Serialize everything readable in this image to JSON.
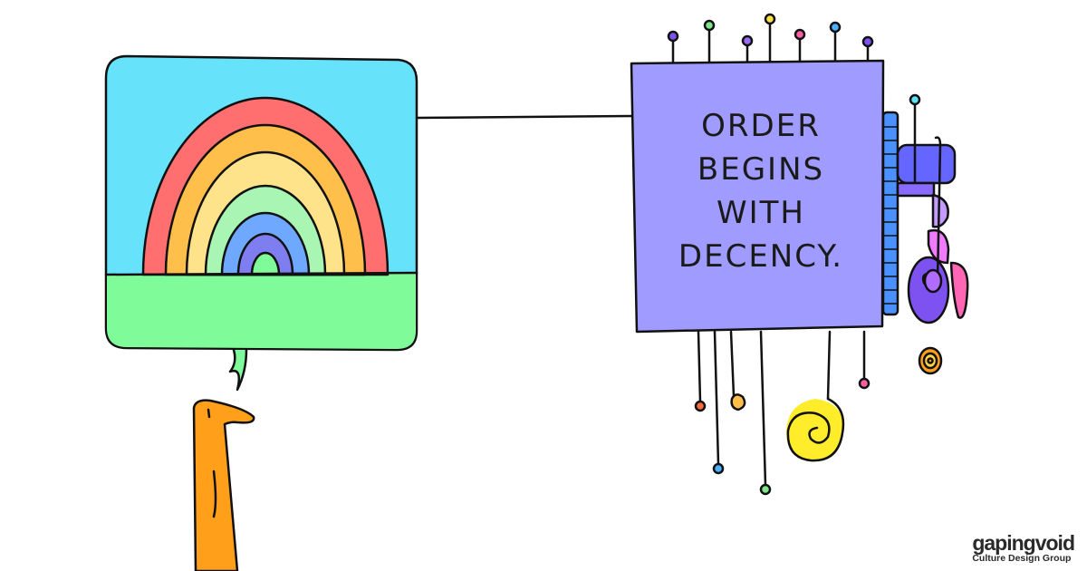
{
  "illustration": {
    "message_lines": [
      "ORDER",
      "BEGINS",
      "WITH",
      "DECENCY."
    ],
    "colors": {
      "sky": "#66e2fb",
      "grass": "#80fb99",
      "chip": "#a09cff",
      "person": "#ff9f1a",
      "rainbow": [
        "#ff6f6f",
        "#ffbf4a",
        "#ffd77a",
        "#ffeb9a",
        "#a8f5b4",
        "#6fa8ff",
        "#7e7ef0",
        "#66c8fb"
      ]
    }
  },
  "logo": {
    "brand": "gapingvoid",
    "tagline": "Culture Design Group"
  }
}
